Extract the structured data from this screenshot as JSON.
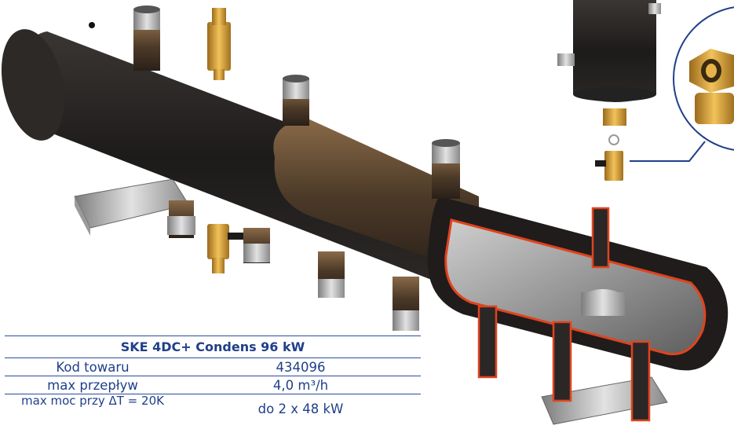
{
  "spec_table": {
    "title": "SKE 4DC+ Condens 96 kW",
    "rows": [
      {
        "label": "Kod towaru",
        "value": "434096"
      },
      {
        "label": "max przepływ",
        "value": "4,0 m³/h"
      },
      {
        "label": "max moc przy ΔT = 20K",
        "value": "do 2 x 48 kW"
      }
    ]
  }
}
